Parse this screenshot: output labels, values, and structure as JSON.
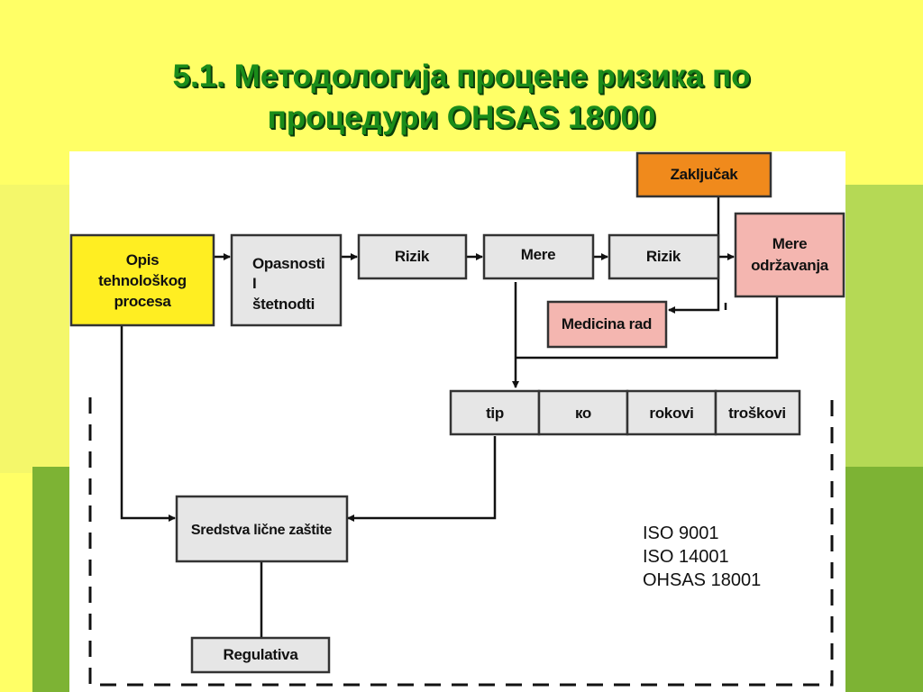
{
  "slide": {
    "title_line1": "5.1. Методологија процене ризика по",
    "title_line2": "процедури OHSAS 18000"
  },
  "diagram": {
    "zakljucak": "Zaključak",
    "opis": [
      "Opis",
      "tehnološkog",
      "procesa"
    ],
    "opasnosti": [
      "Opasnosti",
      "I",
      "štetnodti"
    ],
    "rizik1": "Rizik",
    "mere": "Mere",
    "rizik2": "Rizik",
    "mere_odrzavanja": [
      "Mere",
      "održavanja"
    ],
    "medicina_rad": "Medicina rad",
    "table": [
      "tip",
      "ко",
      "rokovi",
      "troškovi"
    ],
    "sredstva": "Sredstva lične zaštite",
    "regulativa": "Regulativa",
    "standards": [
      "ISO 9001",
      "ISO 14001",
      "OHSAS 18001"
    ]
  },
  "colors": {
    "background": "#ffff66",
    "title": "#1a8c1a",
    "box_yellow": "#ffee22",
    "box_gray": "#e6e6e6",
    "box_orange": "#f08a1c",
    "box_pink": "#f4b6b0"
  }
}
